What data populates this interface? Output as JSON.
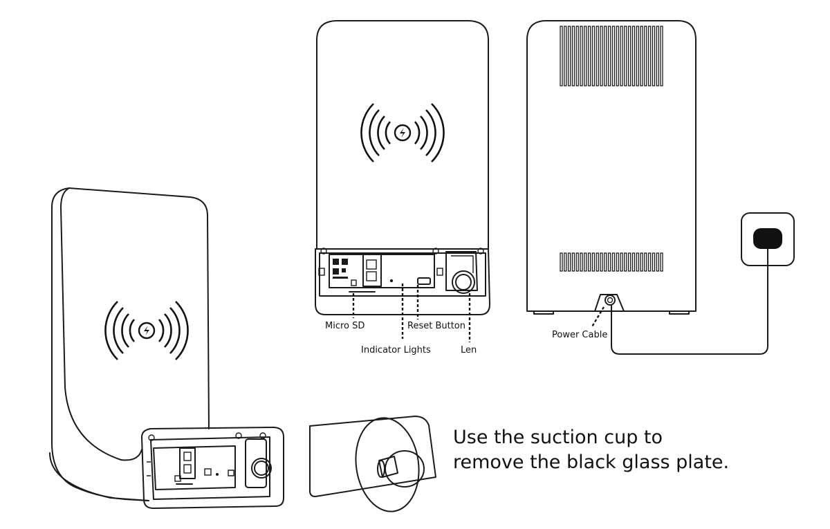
{
  "labels": {
    "micro_sd": "Micro SD",
    "reset_button": "Reset Button",
    "indicator_lights": "Indicator Lights",
    "len": "Len",
    "power_cable": "Power Cable"
  },
  "instruction": {
    "line1": "Use the suction cup to",
    "line2": "remove the black glass plate."
  },
  "colors": {
    "stroke": "#1a1a1a",
    "background": "#ffffff",
    "plug_fill": "#111111"
  },
  "icons": [
    "wireless-charging-icon",
    "lightning-bolt-icon",
    "power-outlet-icon",
    "suction-cup-icon"
  ]
}
